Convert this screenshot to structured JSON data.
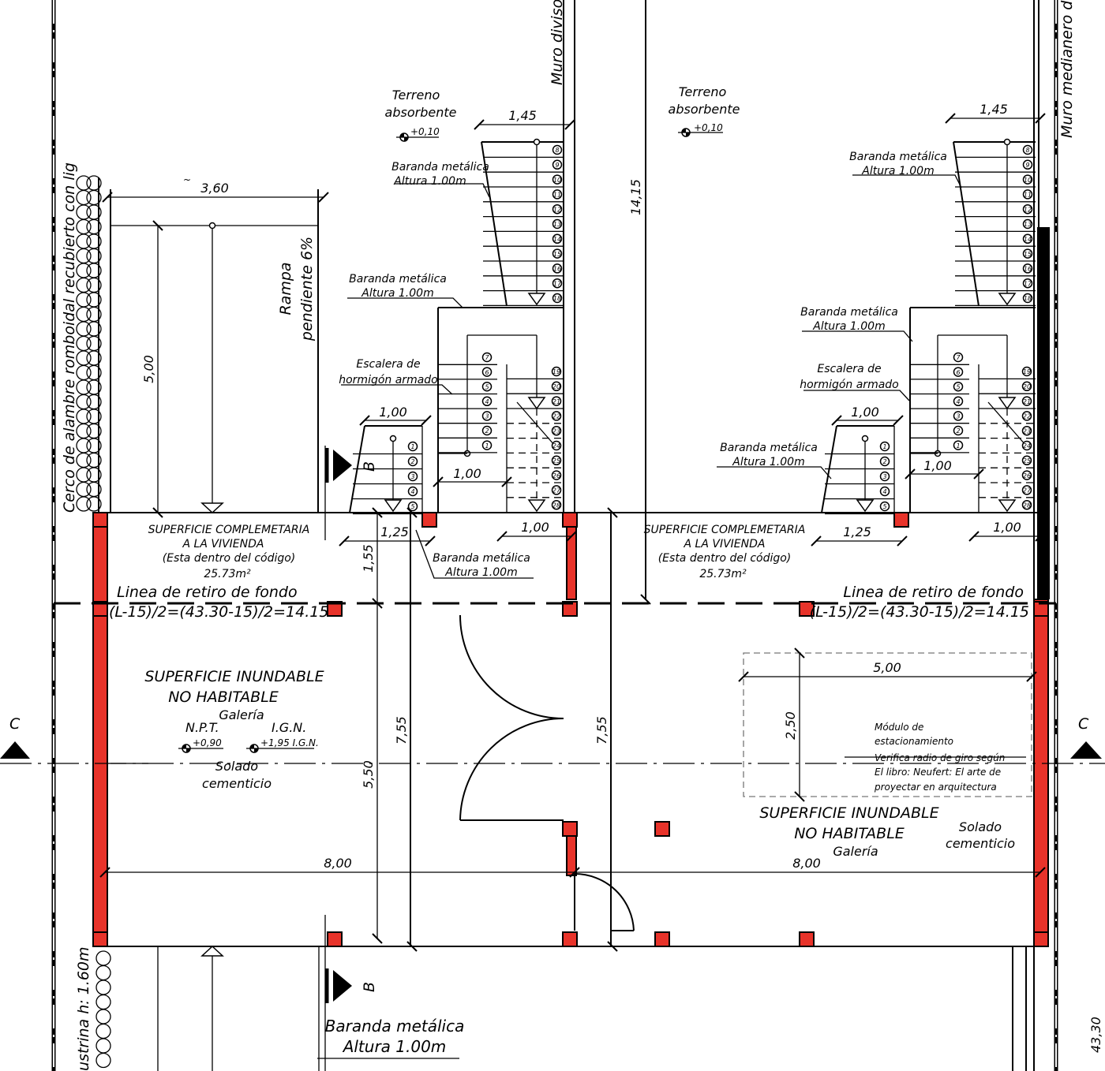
{
  "vertical_labels": {
    "muro_divisorio": "Muro divisorio",
    "muro_medianero": "Muro medianero de",
    "cerco": "Cerco de alambre romboidal recubierto con lig",
    "ligustrina": "ustrina h: 1.60m",
    "total": "43,30",
    "stray_mark": "~"
  },
  "terreno": {
    "line1": "Terreno",
    "line2": "absorbente",
    "level": "+0,10"
  },
  "baranda": {
    "line1": "Baranda metálica",
    "line2": "Altura 1.00m"
  },
  "escalera": {
    "line1": "Escalera de",
    "line2": "hormigón armado"
  },
  "rampa": {
    "line1": "Rampa",
    "line2": "pendiente 6%"
  },
  "superficie_comp": {
    "line1": "SUPERFICIE COMPLEMETARIA",
    "line2": "A LA VIVIENDA",
    "line3": "(Esta dentro del código)",
    "area": "25.73m²"
  },
  "retiro": {
    "line1": "Linea de retiro de fondo",
    "line2": "(L-15)/2=(43.30-15)/2=14.15"
  },
  "inundable": {
    "line1": "SUPERFICIE INUNDABLE",
    "line2": "NO HABITABLE",
    "galeria": "Galería",
    "npt": "N.P.T.",
    "npt_level": "+0,90",
    "ign": "I.G.N.",
    "ign_level": "+1,95 I.G.N.",
    "solado1": "Solado",
    "solado2": "cementicio"
  },
  "modulo": {
    "line1": "Módulo de",
    "line2": "estacionamiento",
    "line3": "Verifica radio de giro según",
    "line4": "El libro: Neufert: El arte de",
    "line5": "proyectar en arquitectura"
  },
  "section_marks": {
    "b": "B",
    "c": "C"
  },
  "dimensions": {
    "d145": "1,45",
    "d360": "3,60",
    "d1415": "14,15",
    "d500": "5,00",
    "d100": "1,00",
    "d125": "1,25",
    "d155": "1,55",
    "d755": "7,55",
    "d550": "5,50",
    "d800": "8,00",
    "d250": "2,50"
  },
  "step_numbers": {
    "top_run": [
      "8",
      "9",
      "10",
      "11",
      "12",
      "13",
      "14",
      "15",
      "16",
      "17",
      "18"
    ],
    "middle_run": [
      "7",
      "6",
      "5",
      "4",
      "3",
      "2",
      "1"
    ],
    "lower_run": [
      "19",
      "20",
      "21",
      "22",
      "23",
      "24",
      "25",
      "26",
      "27",
      "28"
    ],
    "small_run": [
      "1",
      "2",
      "3",
      "4",
      "5"
    ]
  }
}
